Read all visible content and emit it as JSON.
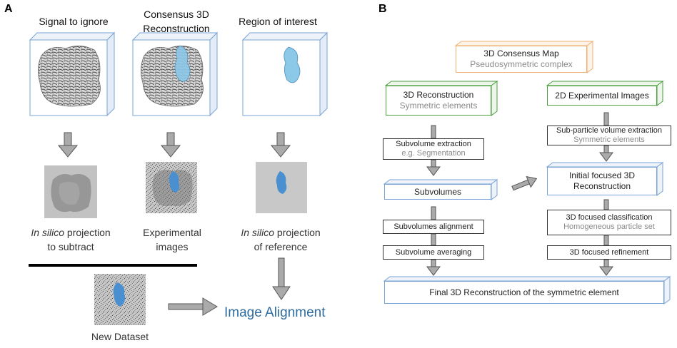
{
  "panelA": {
    "letter": "A",
    "columns": [
      {
        "title_line1": "Signal to ignore",
        "title_line2": ""
      },
      {
        "title_line1": "Consensus 3D",
        "title_line2": "Reconstruction"
      },
      {
        "title_line1": "Region of interest",
        "title_line2": ""
      }
    ],
    "captions": [
      {
        "italic": "In silico",
        "rest": " projection",
        "line2": "to subtract"
      },
      {
        "italic": "",
        "rest": "Experimental",
        "line2": "images"
      },
      {
        "italic": "In silico",
        "rest": " projection",
        "line2": "of reference"
      }
    ],
    "new_dataset": "New Dataset",
    "image_alignment": "Image Alignment"
  },
  "panelB": {
    "letter": "B",
    "consensus_map": {
      "title": "3D Consensus Map",
      "sub": "Pseudosymmetric complex"
    },
    "reconstruction": {
      "title": "3D Reconstruction",
      "sub": "Symmetric elements"
    },
    "experimental_images": {
      "title": "2D Experimental Images"
    },
    "subvolume_extraction": {
      "title": "Subvolume extraction",
      "sub": "e.g. Segmentation"
    },
    "subparticle_extraction": {
      "title": "Sub-particle volume extraction",
      "sub": "Symmetric elements"
    },
    "subvolumes": {
      "title": "Subvolumes"
    },
    "initial_focused": {
      "title": "Initial focused 3D",
      "title2": "Reconstruction"
    },
    "subvolumes_alignment": {
      "title": "Subvolumes alignment"
    },
    "focused_classification": {
      "title": "3D focused classification",
      "sub": "Homogeneous particle set"
    },
    "subvolume_averaging": {
      "title": "Subvolume averaging"
    },
    "focused_refinement": {
      "title": "3D focused refinement"
    },
    "final": {
      "title": "Final 3D Reconstruction of the symmetric element"
    }
  },
  "colors": {
    "box_blue": "#7aa3d6",
    "box_green": "#4a9e3c",
    "box_orange": "#f0b070",
    "highlight_blue": "#8cc8e8",
    "alignment_text": "#2e6b9e",
    "arrow_gray": "#9a9a9a"
  }
}
